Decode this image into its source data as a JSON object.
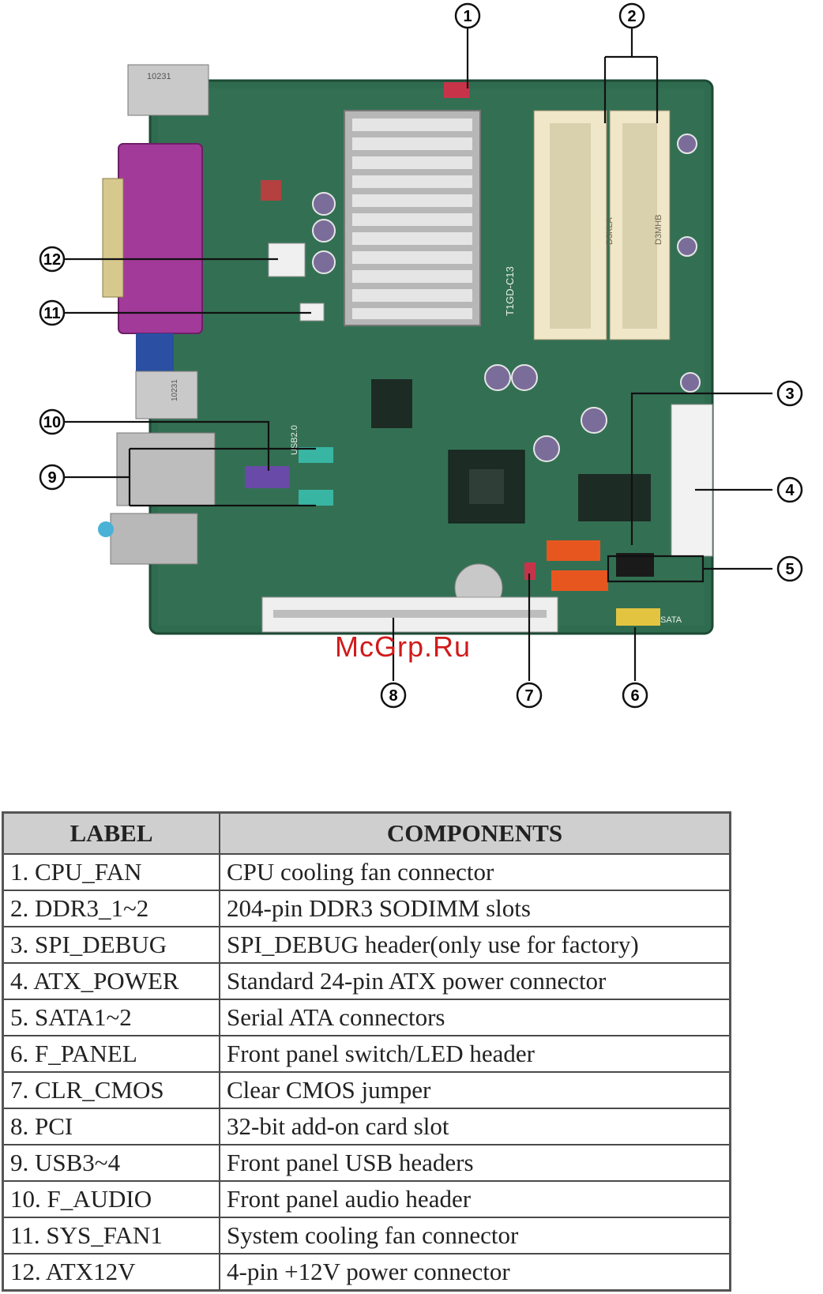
{
  "figure": {
    "callouts": [
      "1",
      "2",
      "3",
      "4",
      "5",
      "6",
      "7",
      "8",
      "9",
      "10",
      "11",
      "12"
    ],
    "silkscreen": {
      "chip_rj45": "10231",
      "chip_usb": "10231",
      "usb_header": "USB2.0",
      "sata": "SATA",
      "board_id": "T1GD-C13",
      "dimm_a": "D3KLA",
      "dimm_b": "D3MHB"
    },
    "watermark": "McGrp.Ru",
    "colors": {
      "pcb": "#2f6b4f",
      "parallel_port": "#a23a9a",
      "dimm_slot": "#efe7c8",
      "sata": "#e8561f",
      "panel_header": "#e2c441",
      "audio_header": "#6a4aa8",
      "usb_header": "#39b5a4"
    }
  },
  "table": {
    "headers": [
      "LABEL",
      "COMPONENTS"
    ],
    "rows": [
      {
        "label": "1. CPU_FAN",
        "component": "CPU cooling fan connector"
      },
      {
        "label": "2. DDR3_1~2",
        "component": "204-pin DDR3 SODIMM slots"
      },
      {
        "label": "3. SPI_DEBUG",
        "component": "SPI_DEBUG header(only use for factory)"
      },
      {
        "label": "4. ATX_POWER",
        "component": "Standard 24-pin ATX power connector"
      },
      {
        "label": "5. SATA1~2",
        "component": "Serial ATA connectors"
      },
      {
        "label": "6. F_PANEL",
        "component": "Front panel switch/LED header"
      },
      {
        "label": "7. CLR_CMOS",
        "component": "Clear CMOS jumper"
      },
      {
        "label": "8. PCI",
        "component": "32-bit add-on card slot"
      },
      {
        "label": "9. USB3~4",
        "component": "Front panel USB headers"
      },
      {
        "label": "10. F_AUDIO",
        "component": "Front panel audio header"
      },
      {
        "label": "11. SYS_FAN1",
        "component": "System cooling fan connector"
      },
      {
        "label": "12. ATX12V",
        "component": "4-pin +12V power connector"
      }
    ]
  }
}
